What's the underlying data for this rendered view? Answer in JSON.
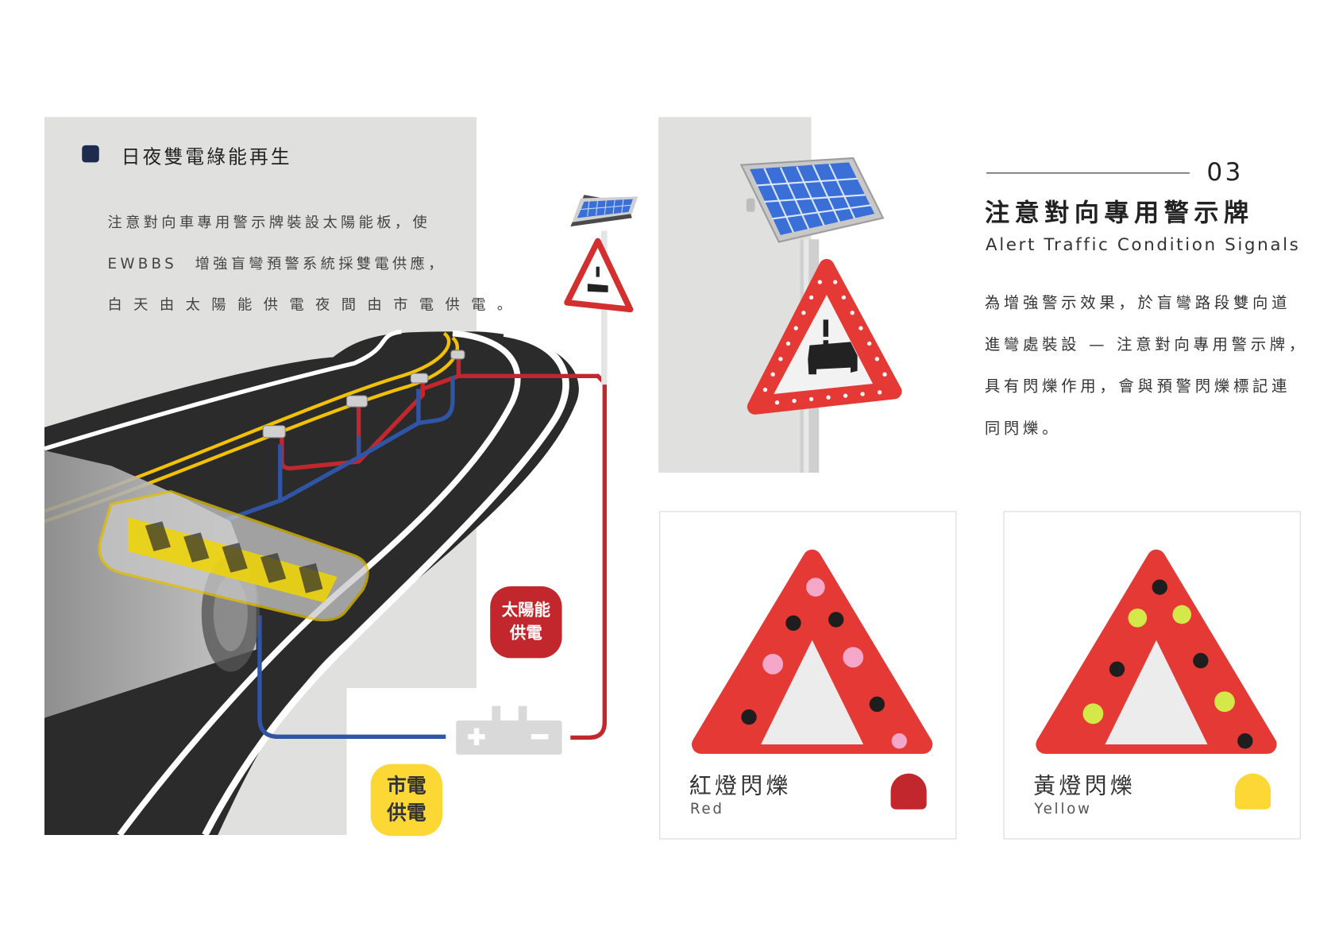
{
  "left_panel": {
    "title": "日夜雙電綠能再生",
    "body_lines": [
      "注意對向車專用警示牌裝設太陽能板，使",
      "EWBBS　增強盲彎預警系統採雙電供應，",
      "白 天 由 太 陽 能 供 電 夜 間 由 市 電 供 電 。"
    ],
    "solar_badge": [
      "太陽能",
      "供電"
    ],
    "grid_badge": [
      "市電",
      "供電"
    ]
  },
  "header": {
    "number": "03",
    "title": "注意對向專用警示牌",
    "subtitle": "Alert Traffic Condition Signals"
  },
  "description_lines": [
    "為增強警示效果，於盲彎路段雙向道",
    "進彎處裝設 — 注意對向專用警示牌，",
    "具有閃爍作用，會與預警閃爍標記連",
    "同閃爍。"
  ],
  "cards": [
    {
      "label": "紅燈閃爍",
      "sublabel": "Red",
      "color": "#c1272d",
      "glow": "#f4a7c8"
    },
    {
      "label": "黃燈閃爍",
      "sublabel": "Yellow",
      "color": "#fdd835",
      "glow": "#d4e84a"
    }
  ],
  "colors": {
    "accent_red": "#c1272d",
    "accent_yellow": "#fdd835",
    "wire_blue": "#2f55a4",
    "road": "#2b2b2b",
    "panel_gray": "#e0e0df",
    "sign_red": "#e53935",
    "solar_blue": "#3a6fd8"
  }
}
